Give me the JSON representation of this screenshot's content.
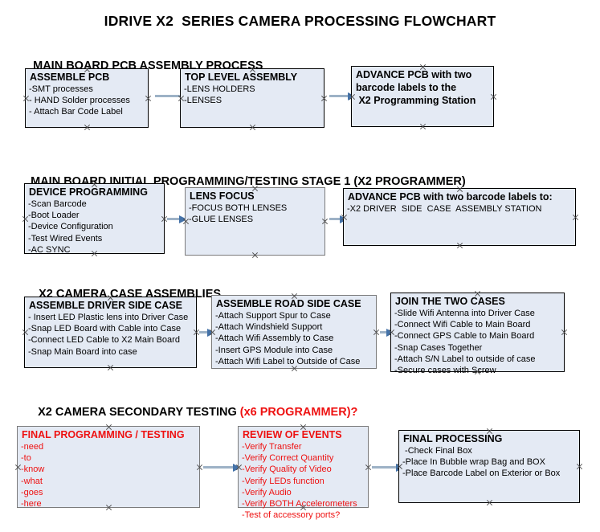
{
  "title": "IDRIVE X2  SERIES CAMERA PROCESSING FLOWCHART",
  "sections": [
    {
      "header": "MAIN BOARD PCB ASSEMBLY PROCESS",
      "header_accent": "",
      "boxes": [
        {
          "title": "ASSEMBLE PCB",
          "lines": [
            "-SMT processes",
            "- HAND Solder processes",
            "- Attach Bar Code Label"
          ]
        },
        {
          "title": "TOP LEVEL ASSEMBLY",
          "lines": [
            "-LENS HOLDERS",
            "-LENSES"
          ]
        },
        {
          "title": "ADVANCE PCB with two",
          "lines": [
            "barcode labels to the",
            " X2 Programming Station"
          ]
        }
      ]
    },
    {
      "header": "MAIN BOARD INITIAL PROGRAMMING/TESTING STAGE 1 (X2 PROGRAMMER)",
      "header_accent": "",
      "boxes": [
        {
          "title": "DEVICE PROGRAMMING",
          "lines": [
            "-Scan Barcode",
            "-Boot Loader",
            "-Device Configuration",
            "-Test Wired Events",
            "-AC SYNC"
          ]
        },
        {
          "title": "LENS FOCUS",
          "lines": [
            "-FOCUS BOTH LENSES",
            "-GLUE LENSES"
          ]
        },
        {
          "title": "ADVANCE PCB with two barcode labels to:",
          "lines": [
            "-X2 DRIVER  SIDE  CASE  ASSEMBLY STATION"
          ]
        }
      ]
    },
    {
      "header": "X2 CAMERA CASE ASSEMBLIES",
      "header_accent": "",
      "boxes": [
        {
          "title": "ASSEMBLE DRIVER SIDE CASE",
          "lines": [
            "- Insert LED Plastic lens into Driver Case",
            "-Snap LED Board with Cable into Case",
            "-Connect LED Cable to X2 Main Board",
            "-Snap Main Board into case"
          ]
        },
        {
          "title": "ASSEMBLE ROAD SIDE CASE",
          "lines": [
            "-Attach Support Spur to Case",
            "-Attach Windshield Support",
            "-Attach Wifi Assembly to Case",
            "-Insert GPS Module into Case",
            "-Attach Wifi Label to Outside of Case"
          ]
        },
        {
          "title": "JOIN THE TWO CASES",
          "lines": [
            "-Slide Wifi Antenna into Driver Case",
            "-Connect Wifi Cable to Main Board",
            "-Connect GPS Cable to Main Board",
            "-Snap Cases Together",
            "-Attach S/N Label to outside of case",
            "-Secure cases with Screw"
          ]
        }
      ]
    },
    {
      "header": "X2 CAMERA SECONDARY TESTING ",
      "header_accent": "(x6 PROGRAMMER)?",
      "boxes": [
        {
          "title": "FINAL PROGRAMMING / TESTING",
          "lines": [
            "-need",
            "-to",
            "-know",
            "-what",
            "-goes",
            "-here"
          ]
        },
        {
          "title": "REVIEW OF EVENTS",
          "lines": [
            "-Verify Transfer",
            "-Verify Correct Quantity",
            "-Verify Quality of Video",
            "-Verify LEDs function",
            "-Verify Audio",
            "-Verify BOTH Accelerometers",
            "-Test of accessory ports?"
          ]
        },
        {
          "title": "FINAL PROCESSING",
          "lines": [
            " -Check Final Box",
            "-Place In Bubble wrap Bag and BOX",
            "-Place Barcode Label on Exterior or Box"
          ]
        }
      ]
    }
  ],
  "colors": {
    "box_fill": "#e4eaf4",
    "border_black": "#000000",
    "border_gray": "#7b7b7b",
    "accent_red": "#ee1111",
    "arrow_line": "#9db2c6",
    "arrow_head": "#4472a8"
  }
}
